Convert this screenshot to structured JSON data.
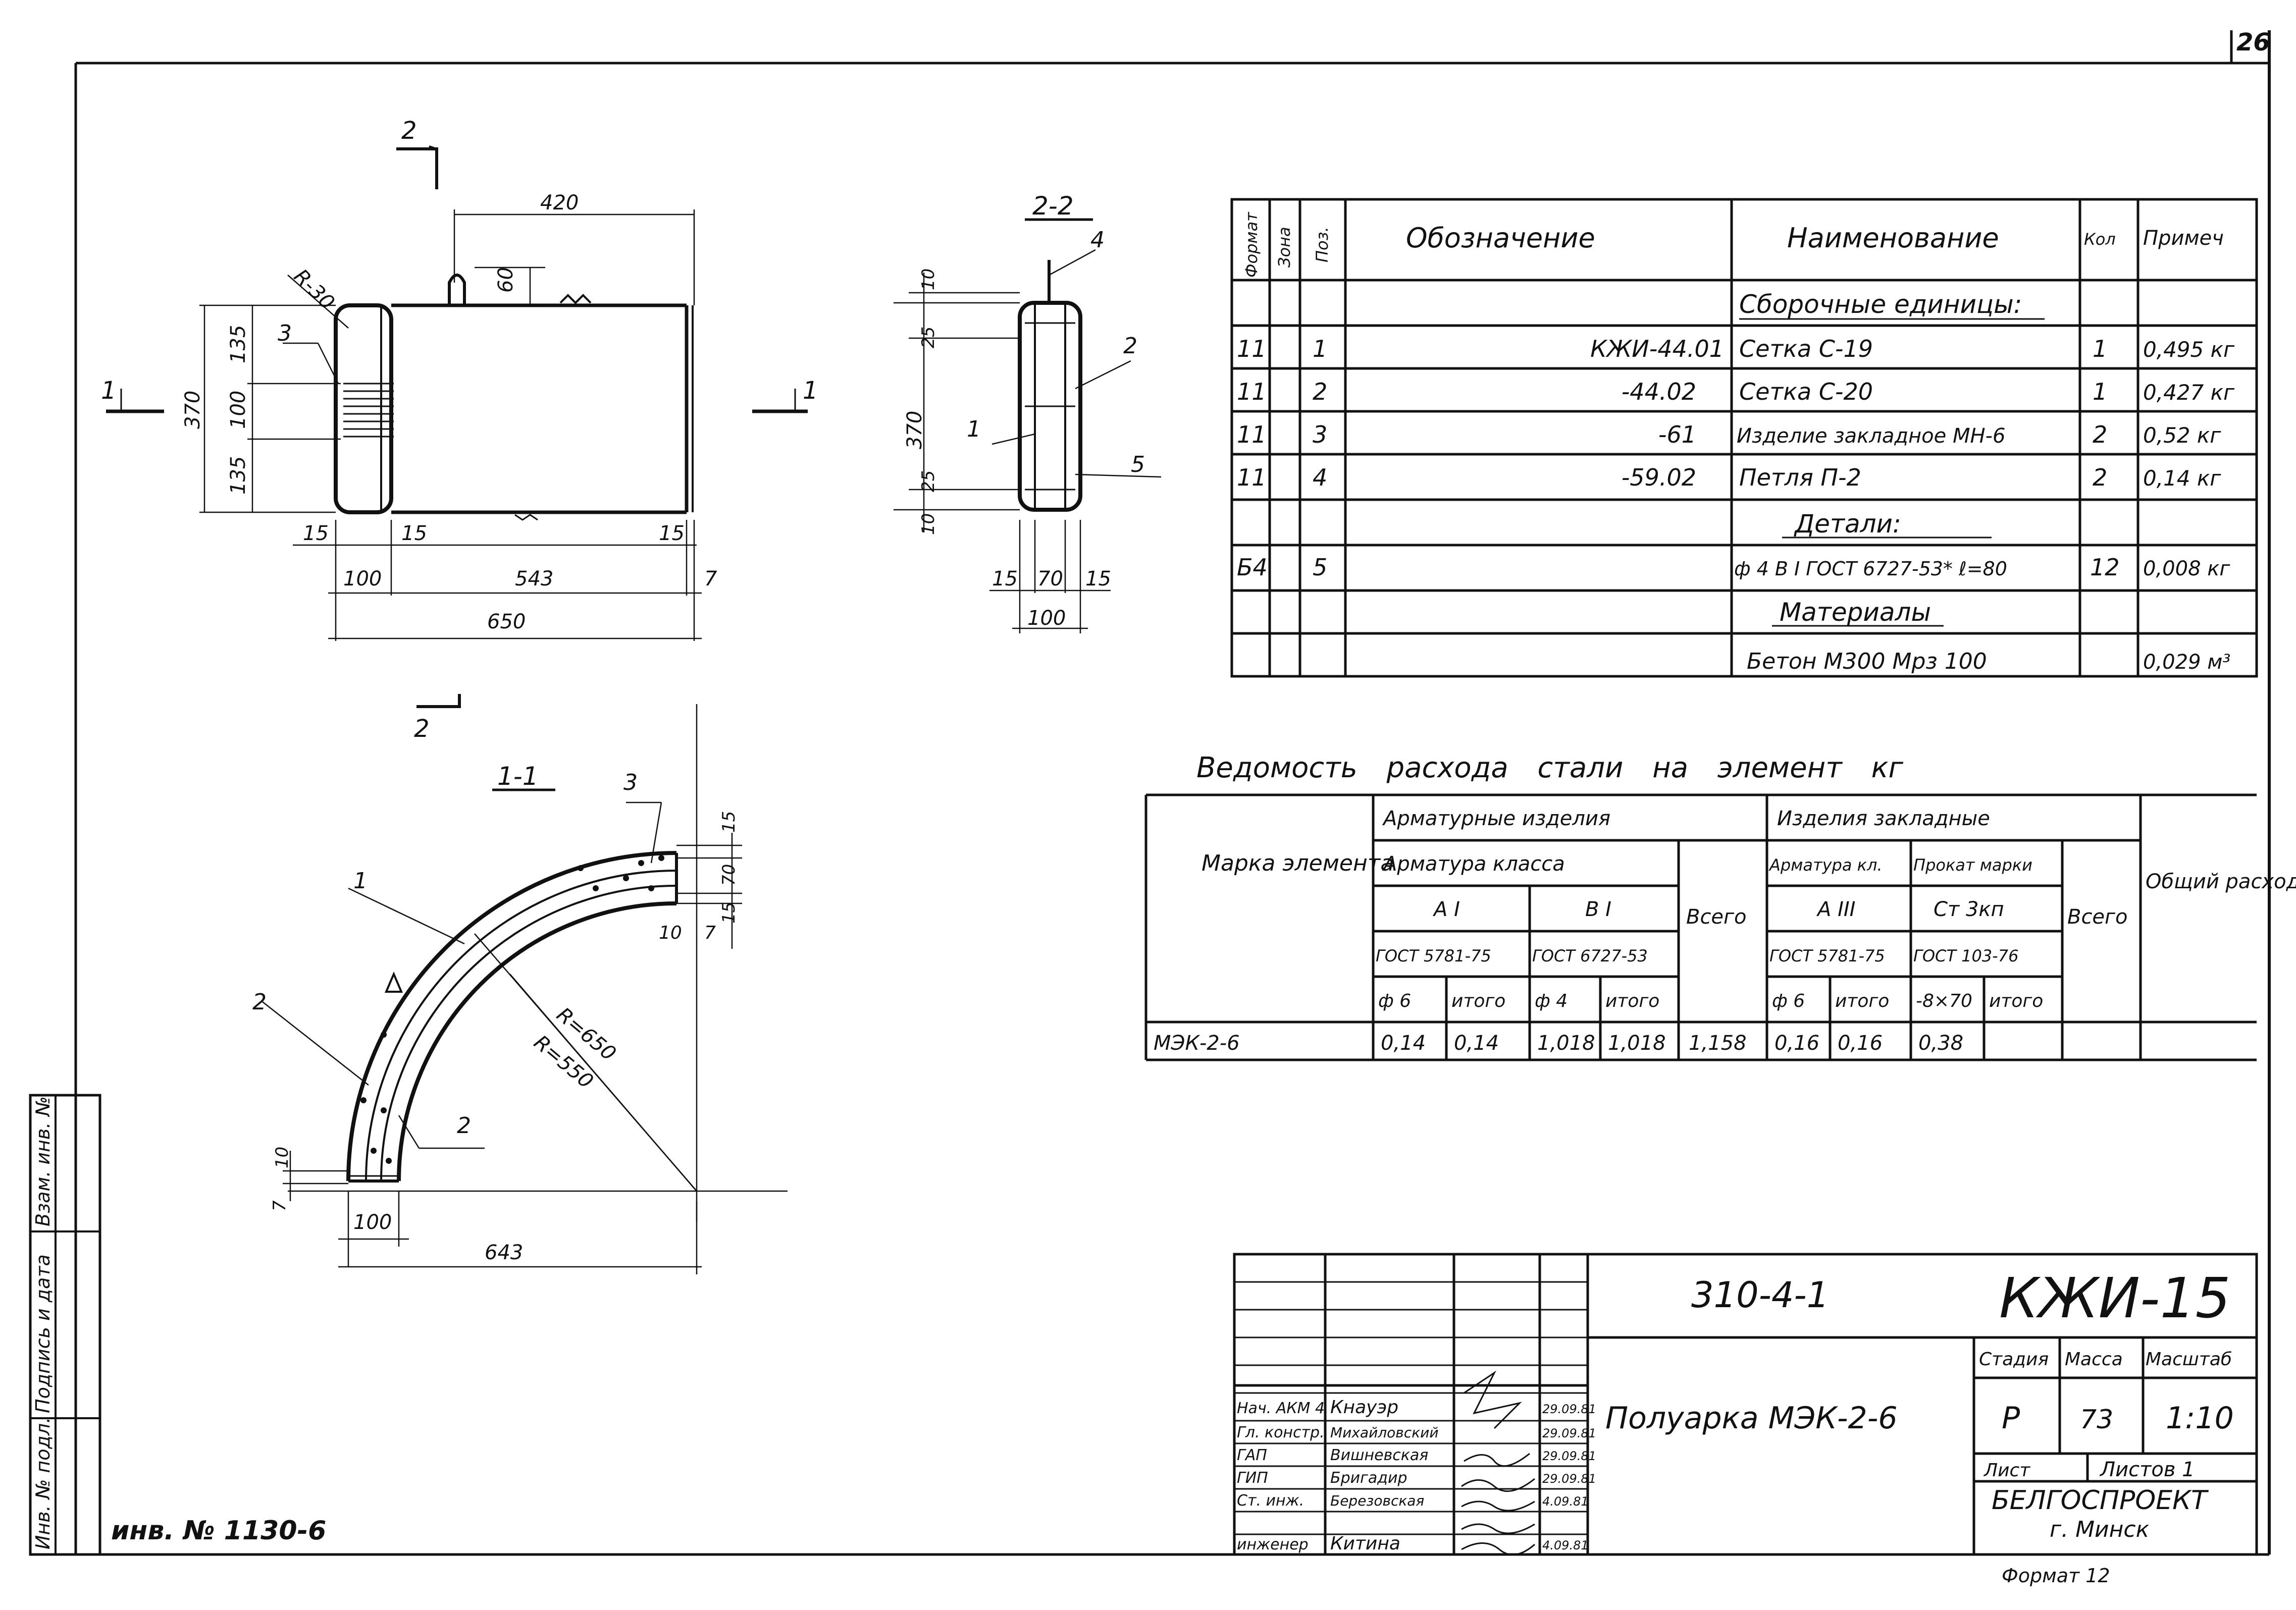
{
  "sheet_number": "26",
  "inventory_note": "инв. № 1130-6",
  "format_note": "Формат 12",
  "side_stamp": [
    "Инв. № подл.",
    "Подпись и дата",
    "Взам. инв. №"
  ],
  "elevation_view": {
    "section_mark_top": "2",
    "section_mark_bottom": "2",
    "section_mark_left": "1",
    "section_mark_right": "1",
    "dims": {
      "top": "420",
      "radius": "R-30",
      "loop": "60",
      "left_total": "370",
      "left_1": "135",
      "left_2": "100",
      "left_3": "135",
      "bottom_15a": "15",
      "bottom_15b": "15",
      "bottom_15c": "15",
      "bottom_100": "100",
      "bottom_543": "543",
      "bottom_650": "650",
      "bottom_7": "7"
    },
    "pos_label": "3"
  },
  "section_2_2": {
    "title": "2-2",
    "dims": {
      "total": "370",
      "d10a": "10",
      "d25a": "25",
      "d25b": "25",
      "d10b": "10",
      "w15a": "15",
      "w70": "70",
      "w15b": "15",
      "w100": "100"
    },
    "pos_labels": [
      "4",
      "2",
      "1",
      "5"
    ]
  },
  "section_1_1": {
    "title": "1-1",
    "dims": {
      "r650": "R=650",
      "r550": "R=550",
      "d15": "15",
      "d70": "70",
      "d15b": "15",
      "d10": "10",
      "d7": "7",
      "b10": "10",
      "b7": "7",
      "b100": "100",
      "b643": "643"
    },
    "pos_labels": [
      "3",
      "1",
      "2",
      "2"
    ]
  },
  "spec_table": {
    "headers": [
      "Формат",
      "Зона",
      "Поз.",
      "Обозначение",
      "Наименование",
      "Кол",
      "Примеч"
    ],
    "rows": [
      [
        "",
        "",
        "",
        "",
        "Сборочные единицы:",
        "",
        ""
      ],
      [
        "11",
        "",
        "1",
        "КЖИ-44.01",
        "Сетка  С-19",
        "1",
        "0,495 кг"
      ],
      [
        "11",
        "",
        "2",
        "-44.02",
        "Сетка  С-20",
        "1",
        "0,427 кг"
      ],
      [
        "11",
        "",
        "3",
        "-61",
        "Изделие закладное МН-6",
        "2",
        "0,52 кг"
      ],
      [
        "11",
        "",
        "4",
        "-59.02",
        "Петля  П-2",
        "2",
        "0,14 кг"
      ],
      [
        "",
        "",
        "",
        "",
        "Детали:",
        "",
        ""
      ],
      [
        "Б4",
        "",
        "5",
        "",
        "ф 4 В I ГОСТ 6727-53* ℓ=80",
        "12",
        "0,008 кг"
      ],
      [
        "",
        "",
        "",
        "",
        "Материалы",
        "",
        ""
      ],
      [
        "",
        "",
        "",
        "",
        "Бетон  М300  Мрз 100",
        "",
        "0,029 м³"
      ]
    ]
  },
  "steel_table": {
    "title": "Ведомость  расхода  стали  на  элемент  кг",
    "h_mark": "Марка элемента",
    "h_arm": "Арматурные изделия",
    "h_arm_class": "Арматура класса",
    "h_ai": "А I",
    "h_bi": "В I",
    "h_gost1": "ГОСТ 5781-75",
    "h_gost2": "ГОСТ 6727-53",
    "h_total1": "Всего",
    "h_emb": "Изделия закладные",
    "h_emb_arm": "Арматура кл.",
    "h_emb_prokat": "Прокат марки",
    "h_aiii": "А III",
    "h_st3": "Ст 3кп",
    "h_gost3": "ГОСТ 5781-75",
    "h_gost4": "ГОСТ 103-76",
    "h_total2": "Всего",
    "h_overall": "Общий расход",
    "subcols": [
      "ф 6",
      "итого",
      "ф 4",
      "итого",
      "ф 6",
      "итого",
      "-8×70",
      "итого"
    ],
    "row": [
      "МЭК-2-6",
      "0,14",
      "0,14",
      "1,018",
      "1,018",
      "1,158",
      "0,16",
      "0,16",
      "0,38",
      "",
      "",
      ""
    ]
  },
  "title_block": {
    "doc_code": "310-4-1",
    "drawing_code": "КЖИ-15",
    "product_name": "Полуарка   МЭК-2-6",
    "stage_label": "Стадия",
    "mass_label": "Масса",
    "scale_label": "Масштаб",
    "stage": "Р",
    "mass": "73",
    "scale": "1:10",
    "sheet_label": "Лист",
    "sheets_label": "Листов 1",
    "org": "БЕЛГОСПРОЕКТ",
    "city": "г. Минск",
    "signatures": [
      {
        "role": "Нач. АКМ 4",
        "name": "Кнауэр",
        "date": "29.09.81"
      },
      {
        "role": "Гл. констр.",
        "name": "Михайловский",
        "date": "29.09.81"
      },
      {
        "role": "ГАП",
        "name": "Вишневская",
        "date": "29.09.81"
      },
      {
        "role": "ГИП",
        "name": "Бригадир",
        "date": "29.09.81"
      },
      {
        "role": "Ст. инж.",
        "name": "Березовская",
        "date": "4.09.81"
      },
      {
        "role": "инженер",
        "name": "Китина",
        "date": "4.09.81"
      }
    ]
  }
}
